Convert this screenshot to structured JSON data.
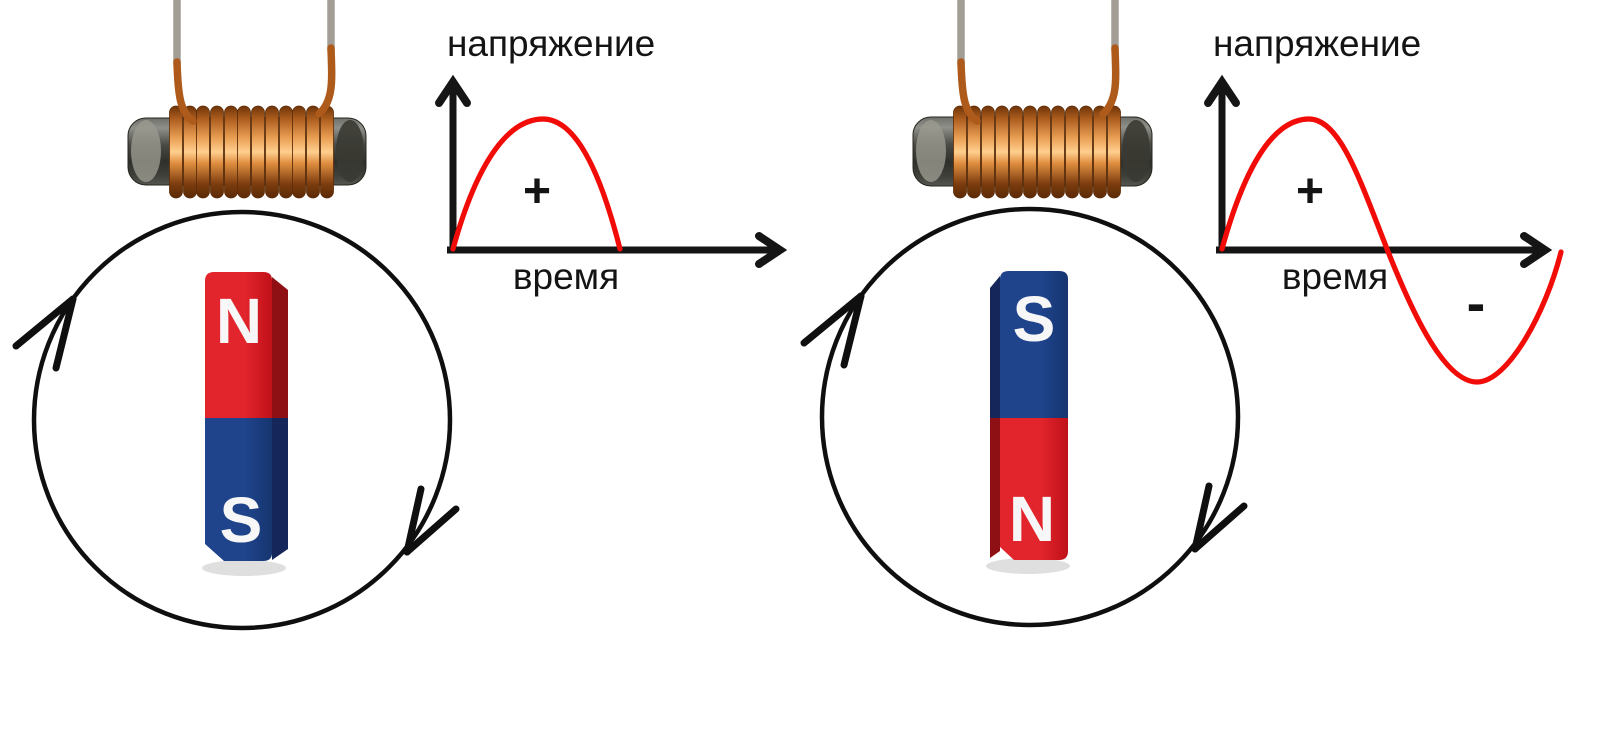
{
  "colors": {
    "background": "#ffffff",
    "curve": "#f10c08",
    "axis": "#151515",
    "circle": "#0f0f0f",
    "magnet_red": "#e2242c",
    "magnet_red_side": "#8e1014",
    "magnet_blue": "#1f448c",
    "magnet_blue_side": "#14265a",
    "pole_letter": "#f7f7f7",
    "copper": "#c9792f",
    "copper_dark": "#6e3408",
    "core_gray": "#4b4b45",
    "lead_wire_gray": "#a39e95",
    "lead_wire_copper": "#ad5a1b"
  },
  "panels": [
    {
      "name": "left",
      "coil_icon": "coil-with-core-icon",
      "graph": {
        "y_axis_label": "напряжение",
        "x_axis_label": "время",
        "plus_label": "+",
        "waveform": "positive-half-sine"
      },
      "magnet": {
        "top_pole": "N",
        "bottom_pole": "S"
      },
      "rotation_direction": "clockwise"
    },
    {
      "name": "right",
      "coil_icon": "coil-with-core-icon",
      "graph": {
        "y_axis_label": "напряжение",
        "x_axis_label": "время",
        "plus_label": "+",
        "minus_label": "-",
        "waveform": "full-sine"
      },
      "magnet": {
        "top_pole": "S",
        "bottom_pole": "N"
      },
      "rotation_direction": "clockwise"
    }
  ],
  "chart_data": [
    {
      "type": "line",
      "title": "",
      "xlabel": "время",
      "ylabel": "напряжение",
      "waveform": "positive half-sine pulse starting at origin",
      "series": [
        {
          "name": "напряжение",
          "x": [
            0,
            0.125,
            0.25,
            0.375,
            0.5
          ],
          "y": [
            0,
            0.71,
            1,
            0.71,
            0
          ]
        }
      ],
      "annotations": [
        "+"
      ],
      "axes": "arrow axes, no ticks, no grid",
      "line_color": "#f10c08"
    },
    {
      "type": "line",
      "title": "",
      "xlabel": "время",
      "ylabel": "напряжение",
      "waveform": "one full sine period starting at origin",
      "series": [
        {
          "name": "напряжение",
          "x": [
            0,
            0.25,
            0.5,
            0.75,
            1
          ],
          "y": [
            0,
            1,
            0,
            -1,
            0
          ]
        }
      ],
      "annotations": [
        "+",
        "-"
      ],
      "axes": "arrow axes, no ticks, no grid",
      "line_color": "#f10c08"
    }
  ]
}
